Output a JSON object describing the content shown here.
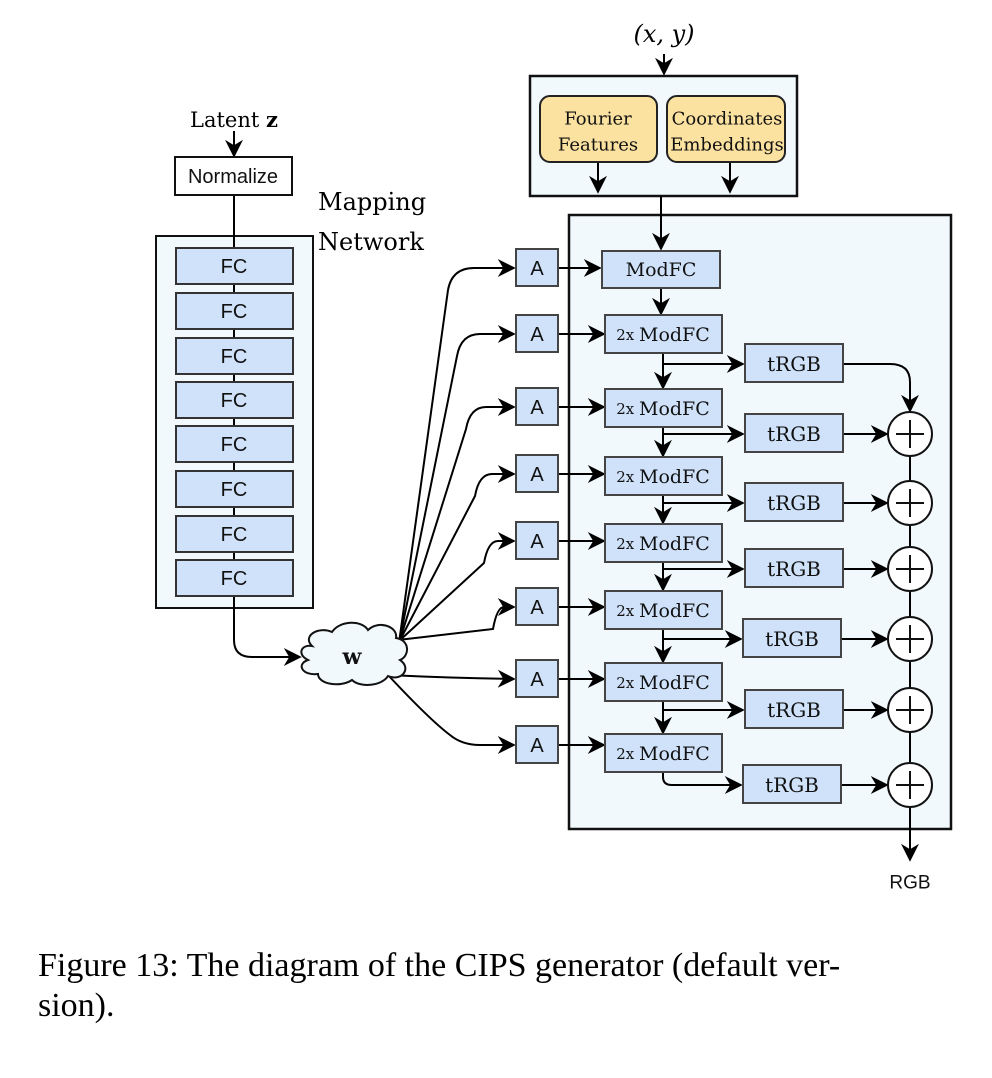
{
  "figure": {
    "input_coords_label": "(x, y)",
    "latent_label_text": "Latent ",
    "latent_label_var": "z",
    "normalize_label": "Normalize",
    "mapping_network_label_line1": "Mapping",
    "mapping_network_label_line2": "Network",
    "fc_labels": [
      "FC",
      "FC",
      "FC",
      "FC",
      "FC",
      "FC",
      "FC",
      "FC"
    ],
    "w_label": "w",
    "affine_labels": [
      "A",
      "A",
      "A",
      "A",
      "A",
      "A",
      "A",
      "A"
    ],
    "fourier_label_line1": "Fourier",
    "fourier_label_line2": "Features",
    "coord_emb_label_line1": "Coordinates",
    "coord_emb_label_line2": "Embeddings",
    "first_modfc_label": "ModFC",
    "modfc_prefix": "2x",
    "modfc_label": "ModFC",
    "modfc_blocks_count": 7,
    "trgb_labels": [
      "tRGB",
      "tRGB",
      "tRGB",
      "tRGB",
      "tRGB",
      "tRGB",
      "tRGB"
    ],
    "sum_symbol": "+",
    "output_label": "RGB",
    "colors": {
      "block_fill": "#cfe2fa",
      "block_stroke": "#444444",
      "feature_fill": "#fbe2a0",
      "panel_fill": "#f1f9fd",
      "line": "#000000"
    }
  },
  "caption": {
    "line1": "Figure 13: The diagram of the CIPS generator (default ver-",
    "line2": "sion)."
  }
}
